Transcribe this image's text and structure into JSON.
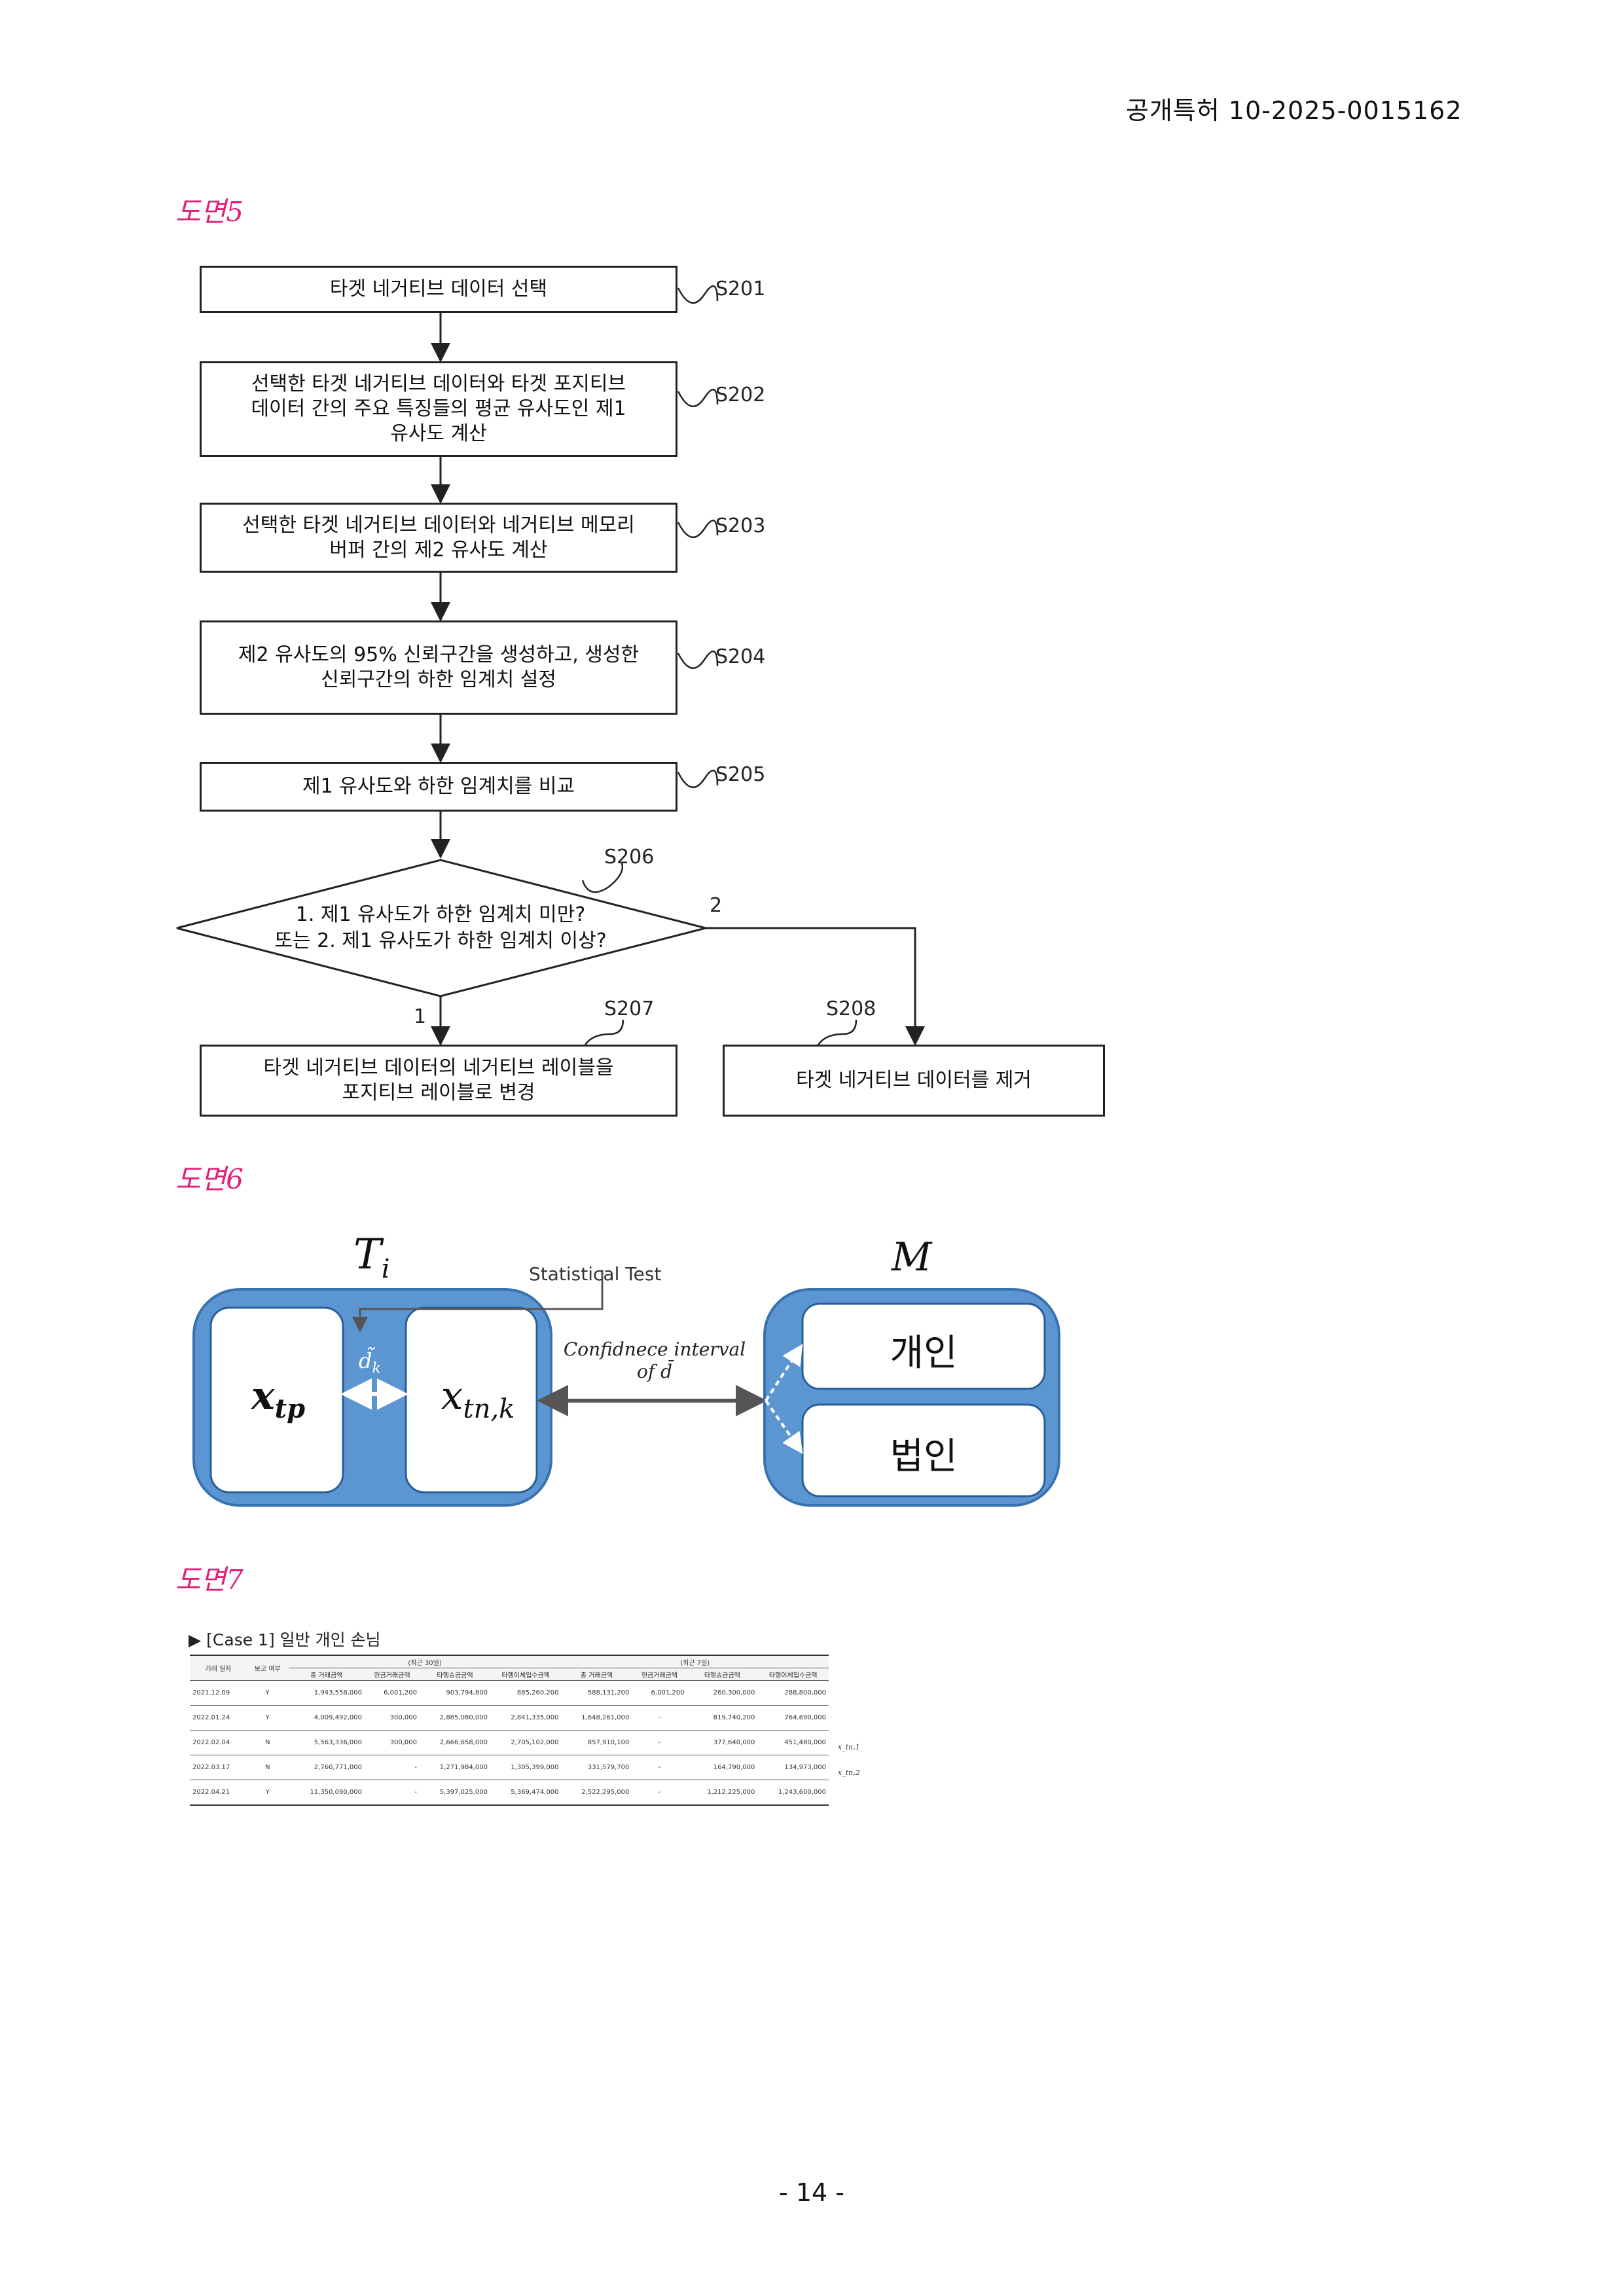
{
  "header": {
    "publication_id": "공개특허 10-2025-0015162"
  },
  "figure5": {
    "label": "도면5",
    "steps": [
      {
        "id": "S201",
        "text": "타겟 네거티브 데이터 선택"
      },
      {
        "id": "S202",
        "text": "선택한 타겟 네거티브 데이터와 타겟 포지티브\n데이터 간의 주요 특징들의 평균 유사도인 제1\n유사도 계산"
      },
      {
        "id": "S203",
        "text": "선택한 타겟 네거티브 데이터와 네거티브 메모리\n버퍼 간의 제2 유사도 계산"
      },
      {
        "id": "S204",
        "text": "제2 유사도의 95% 신뢰구간을 생성하고, 생성한\n신뢰구간의 하한 임계치 설정"
      },
      {
        "id": "S205",
        "text": "제1 유사도와 하한 임계치를 비교"
      }
    ],
    "decision": {
      "id": "S206",
      "text": "1. 제1 유사도가 하한 임계치 미만?\n또는 2. 제1 유사도가 하한 임계치 이상?",
      "branch_1": "1",
      "branch_2": "2"
    },
    "outcome_left": {
      "id": "S207",
      "text": "타겟 네거티브 데이터의 네거티브 레이블을\n포지티브 레이블로 변경"
    },
    "outcome_right": {
      "id": "S208",
      "text": "타겟 네거티브 데이터를 제거"
    }
  },
  "figure6": {
    "label": "도면6",
    "left_group_label": "T",
    "left_group_sub": "i",
    "right_group_label": "M",
    "box_xtp": "x",
    "box_xtp_sub": "tp",
    "box_xtn": "x",
    "box_xtn_sub": "tn,k",
    "d_k_label": "d̃",
    "d_k_sub": "k",
    "statistical_test": "Statistical Test",
    "ci_line1": "Confidnece interval",
    "ci_line2": "of d̄",
    "box_individual": "개인",
    "box_corporate": "법인",
    "colors": {
      "group_fill": "#5b96d2",
      "group_border": "#3a72b0"
    }
  },
  "figure7": {
    "label": "도면7",
    "case_title": "▶ [Case 1] 일반 개인 손님",
    "table": {
      "group_30d": "(최근 30일)",
      "group_7d": "(최근 7일)",
      "headers": [
        "거래 일자",
        "보고 여부",
        "총 거래금액",
        "현금거래금액",
        "타행송금금액",
        "타행이체입수금액",
        "총 거래금액",
        "현금거래금액",
        "타행송금금액",
        "타행이체입수금액"
      ],
      "rows": [
        [
          "2021.12.09",
          "Y",
          "1,943,558,000",
          "6,001,200",
          "903,794,800",
          "885,260,200",
          "588,131,200",
          "6,001,200",
          "260,300,000",
          "288,800,000"
        ],
        [
          "2022.01.24",
          "Y",
          "4,009,492,000",
          "300,000",
          "2,885,080,000",
          "2,841,335,000",
          "1,648,261,000",
          "-",
          "819,740,200",
          "764,690,000"
        ],
        [
          "2022.02.04",
          "N",
          "5,563,336,000",
          "300,000",
          "2,666,658,000",
          "2,705,102,000",
          "857,910,100",
          "-",
          "377,640,000",
          "451,480,000"
        ],
        [
          "2022.03.17",
          "N",
          "2,760,771,000",
          "-",
          "1,271,984,000",
          "1,305,399,000",
          "331,579,700",
          "-",
          "164,790,000",
          "134,973,000"
        ],
        [
          "2022.04.21",
          "Y",
          "11,350,090,000",
          "-",
          "5,397,025,000",
          "5,369,474,000",
          "2,522,295,000",
          "-",
          "1,212,225,000",
          "1,243,600,000"
        ]
      ],
      "row_tags": {
        "row3": "x_tn,1",
        "row4": "x_tn,2"
      }
    }
  },
  "footer": {
    "page_number": "- 14 -"
  }
}
